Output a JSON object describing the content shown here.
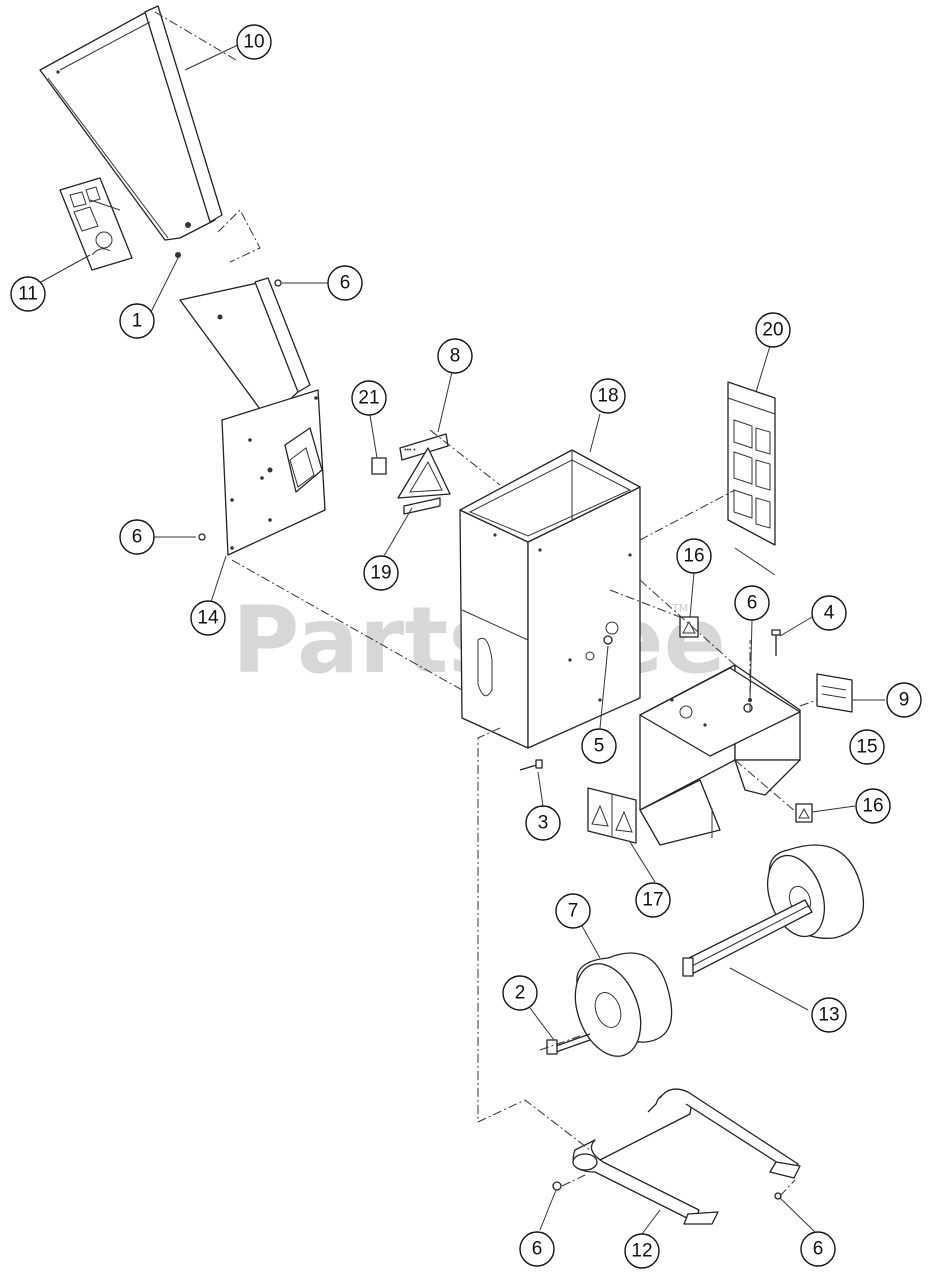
{
  "watermark": {
    "text": "PartsTree",
    "trademark": "TM"
  },
  "callouts": {
    "c1": "1",
    "c2": "2",
    "c3": "3",
    "c4": "4",
    "c5": "5",
    "c6a": "6",
    "c6b": "6",
    "c6c": "6",
    "c6d": "6",
    "c6e": "6",
    "c7": "7",
    "c8": "8",
    "c9": "9",
    "c10": "10",
    "c11": "11",
    "c12": "12",
    "c13": "13",
    "c14": "14",
    "c15": "15",
    "c16a": "16",
    "c16b": "16",
    "c17": "17",
    "c18": "18",
    "c19": "19",
    "c20": "20",
    "c21": "21"
  }
}
